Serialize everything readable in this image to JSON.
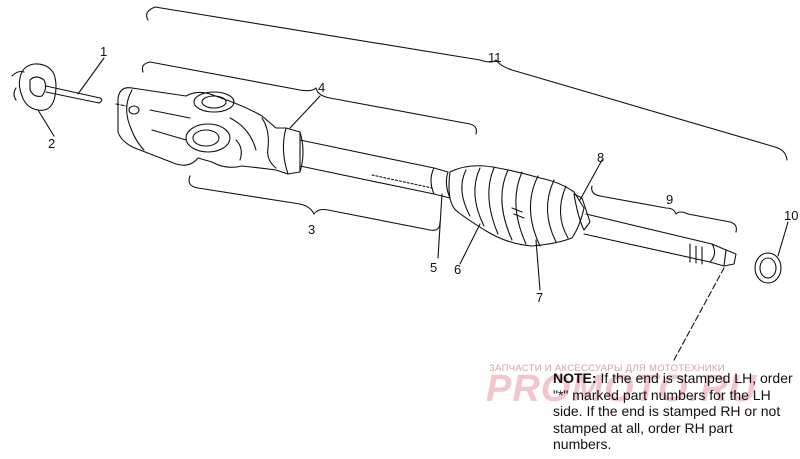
{
  "callouts": {
    "c1": "1",
    "c2": "2",
    "c3": "3",
    "c4": "4",
    "c5": "5",
    "c6": "6",
    "c7": "7",
    "c8": "8",
    "c9": "9",
    "c10": "10",
    "c11": "11"
  },
  "note": {
    "label": "NOTE:",
    "body": " If the end is stamped LH, order \"*\" marked part numbers for the LH side.  If the end is stamped RH or not stamped at all, order RH part numbers."
  },
  "watermark": {
    "top_text": "ЗАПЧАСТИ И АКСЕССУАРЫ ДЛЯ МОТОТЕХНИКИ",
    "big_text": "PROMOTO.RU",
    "color": "#d65c6c"
  },
  "colors": {
    "line": "#111111",
    "background": "#ffffff"
  }
}
